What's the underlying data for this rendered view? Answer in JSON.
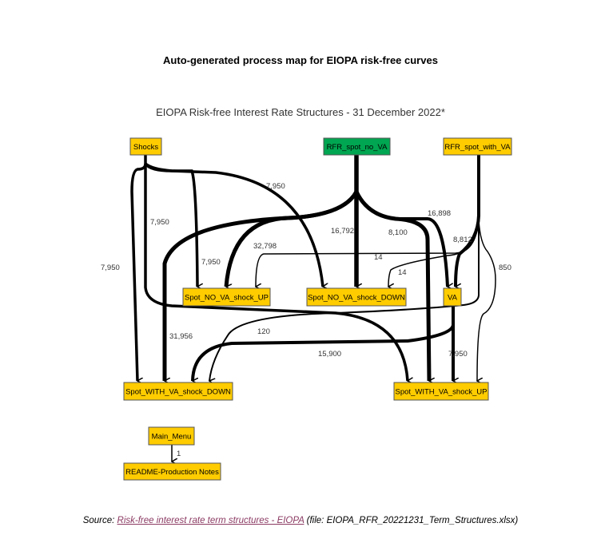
{
  "title": "Auto-generated process map for EIOPA risk-free curves",
  "subtitle": "EIOPA Risk-free Interest Rate Structures - 31 December 2022*",
  "colors": {
    "node": "#ffcc00",
    "start_node": "#00a651",
    "edge": "#000000",
    "link": "#8b3a62"
  },
  "nodes": [
    {
      "id": "shocks",
      "label": "Shocks"
    },
    {
      "id": "rfr_no_va",
      "label": "RFR_spot_no_VA"
    },
    {
      "id": "rfr_with_va",
      "label": "RFR_spot_with_VA"
    },
    {
      "id": "no_va_up",
      "label": "Spot_NO_VA_shock_UP"
    },
    {
      "id": "no_va_down",
      "label": "Spot_NO_VA_shock_DOWN"
    },
    {
      "id": "va",
      "label": "VA"
    },
    {
      "id": "with_va_down",
      "label": "Spot_WITH_VA_shock_DOWN"
    },
    {
      "id": "with_va_up",
      "label": "Spot_WITH_VA_shock_UP"
    },
    {
      "id": "main_menu",
      "label": "Main_Menu"
    },
    {
      "id": "readme",
      "label": "README-Production Notes"
    }
  ],
  "edges": [
    {
      "from": "shocks",
      "to": "with_va_down",
      "label": "7,950"
    },
    {
      "from": "shocks",
      "to": "with_va_up",
      "label": "7,950"
    },
    {
      "from": "shocks",
      "to": "no_va_up",
      "label": "7,950"
    },
    {
      "from": "shocks",
      "to": "no_va_down",
      "label": "7,950"
    },
    {
      "from": "rfr_no_va",
      "to": "no_va_up",
      "label": "32,798"
    },
    {
      "from": "rfr_no_va",
      "to": "with_va_down",
      "label": "31,956"
    },
    {
      "from": "rfr_no_va",
      "to": "no_va_down",
      "label": "16,792"
    },
    {
      "from": "rfr_no_va",
      "to": "with_va_up",
      "label": "8,100"
    },
    {
      "from": "rfr_no_va",
      "to": "va",
      "label": "16,898"
    },
    {
      "from": "rfr_with_va",
      "to": "va",
      "label": "8,812"
    },
    {
      "from": "rfr_with_va",
      "to": "no_va_up",
      "label": "14"
    },
    {
      "from": "rfr_with_va",
      "to": "no_va_down",
      "label": "14"
    },
    {
      "from": "rfr_with_va",
      "to": "with_va_up",
      "label": "850"
    },
    {
      "from": "rfr_with_va",
      "to": "with_va_down",
      "label": "120"
    },
    {
      "from": "va",
      "to": "with_va_down",
      "label": "15,900"
    },
    {
      "from": "va",
      "to": "with_va_up",
      "label": "7,950"
    },
    {
      "from": "main_menu",
      "to": "readme",
      "label": "1"
    }
  ],
  "source": {
    "prefix": "Source: ",
    "link_text": "Risk-free interest rate term structures - EIOPA",
    "suffix": " (file: EIOPA_RFR_20221231_Term_Structures.xlsx)"
  }
}
